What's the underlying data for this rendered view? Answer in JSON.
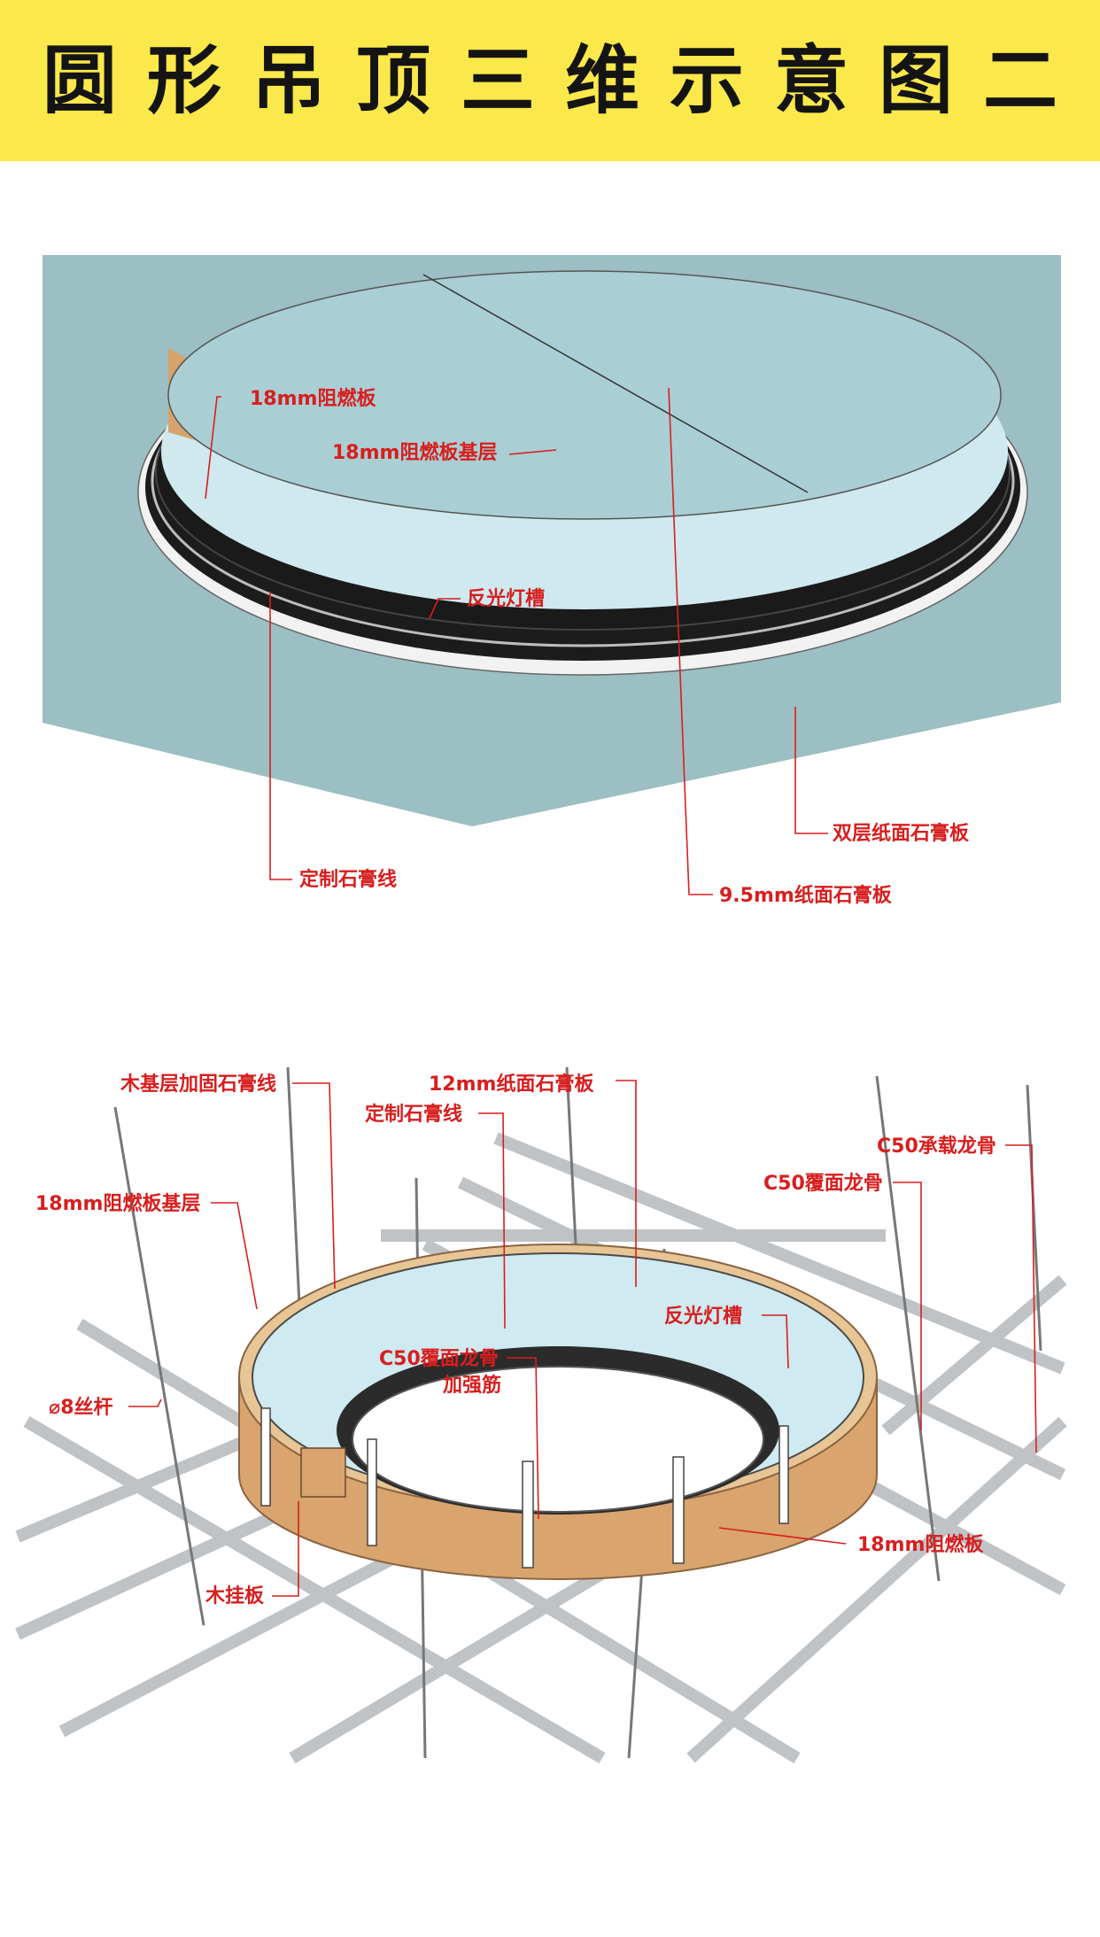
{
  "header": {
    "title": "圆形吊顶三维示意图二",
    "background": "#fbe84a"
  },
  "diagram_top": {
    "labels": {
      "fire_board": "18mm阻燃板",
      "fire_board_base": "18mm阻燃板基层",
      "light_trough": "反光灯槽",
      "custom_gypsum_line": "定制石膏线",
      "double_gypsum_board": "双层纸面石膏板",
      "gypsum_board_9_5": "9.5mm纸面石膏板"
    },
    "colors": {
      "ceiling": "#9bbfc3",
      "inner_disc": "#a9cfd4",
      "label": "#d81e1e"
    }
  },
  "diagram_bottom": {
    "labels": {
      "wood_base_gypsum": "木基层加固石膏线",
      "gypsum_board_12": "12mm纸面石膏板",
      "custom_gypsum_line": "定制石膏线",
      "c50_bearing_keel": "C50承载龙骨",
      "fire_board_base": "18mm阻燃板基层",
      "c50_cover_keel": "C50覆面龙骨",
      "light_trough": "反光灯槽",
      "c50_cover_keel_stiffener_1": "C50覆面龙骨",
      "c50_cover_keel_stiffener_2": "加强筋",
      "rod_8": "⌀8丝杆",
      "fire_board": "18mm阻燃板",
      "wood_hanger": "木挂板"
    },
    "colors": {
      "wood": "#d9a46d",
      "inner_band": "#cfeaf0",
      "keel": "#e4e6e8",
      "label": "#d81e1e"
    }
  }
}
